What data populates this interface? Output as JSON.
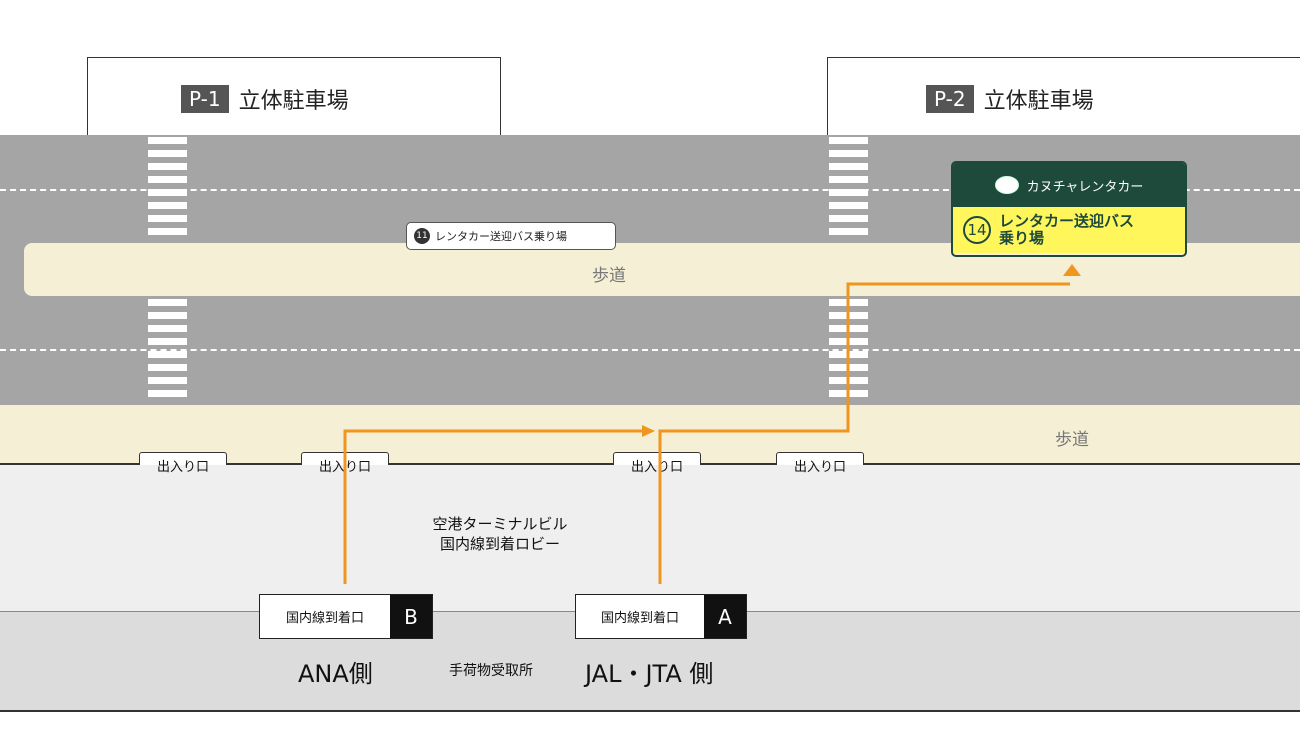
{
  "parking": [
    {
      "code": "P-1",
      "name": "立体駐車場"
    },
    {
      "code": "P-2",
      "name": "立体駐車場"
    }
  ],
  "sidewalk_label": "歩道",
  "stop_11": {
    "number": "11",
    "label": "レンタカー送迎バス乗り場"
  },
  "kanucha": {
    "brand": "カヌチャレンタカー",
    "number": "14",
    "line1": "レンタカー送迎バス",
    "line2": "乗り場"
  },
  "entrances": [
    "出入り口",
    "出入り口",
    "出入り口",
    "出入り口"
  ],
  "lobby": {
    "line1": "空港ターミナルビル",
    "line2": "国内線到着ロビー"
  },
  "gates": [
    {
      "label": "国内線到着口",
      "letter": "B",
      "side": "ANA側"
    },
    {
      "label": "国内線到着口",
      "letter": "A",
      "side": "JAL・JTA 側"
    }
  ],
  "baggage": "手荷物受取所",
  "colors": {
    "route": "#f0961e",
    "road": "#a5a5a5",
    "sidewalk": "#f5efd6",
    "kanucha_green": "#1d4a3b",
    "kanucha_yellow": "#fff65c"
  }
}
